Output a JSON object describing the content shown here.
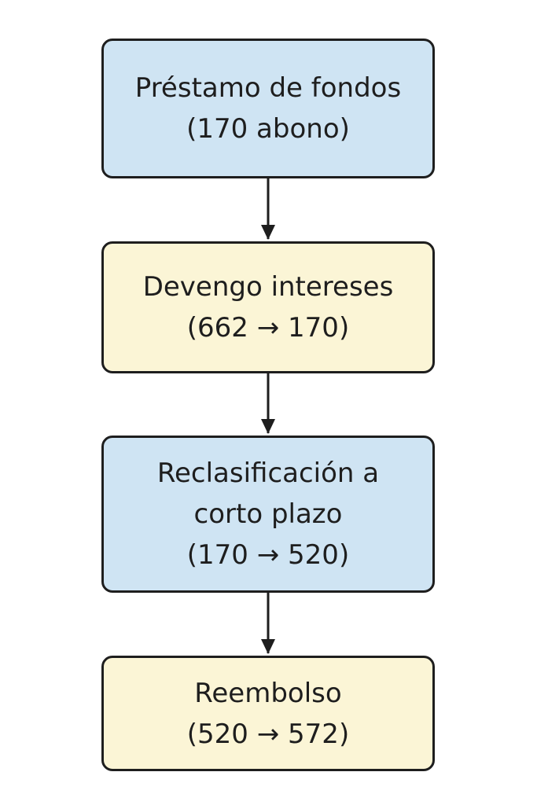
{
  "nodes": [
    {
      "id": "n1",
      "lines": [
        "Préstamo de fondos",
        "(170 abono)"
      ],
      "fill": "#cfe4f3"
    },
    {
      "id": "n2",
      "lines": [
        "Devengo intereses",
        "(662 → 170)"
      ],
      "fill": "#fbf5d6"
    },
    {
      "id": "n3",
      "lines": [
        "Reclasificación a",
        "corto plazo",
        "(170 → 520)"
      ],
      "fill": "#cfe4f3"
    },
    {
      "id": "n4",
      "lines": [
        "Reembolso",
        "(520 → 572)"
      ],
      "fill": "#fbf5d6"
    }
  ],
  "edges": [
    {
      "from": "n1",
      "to": "n2"
    },
    {
      "from": "n2",
      "to": "n3"
    },
    {
      "from": "n3",
      "to": "n4"
    }
  ],
  "colors": {
    "stroke": "#1e1e1e",
    "blue_fill": "#cfe4f3",
    "yellow_fill": "#fbf5d6"
  }
}
